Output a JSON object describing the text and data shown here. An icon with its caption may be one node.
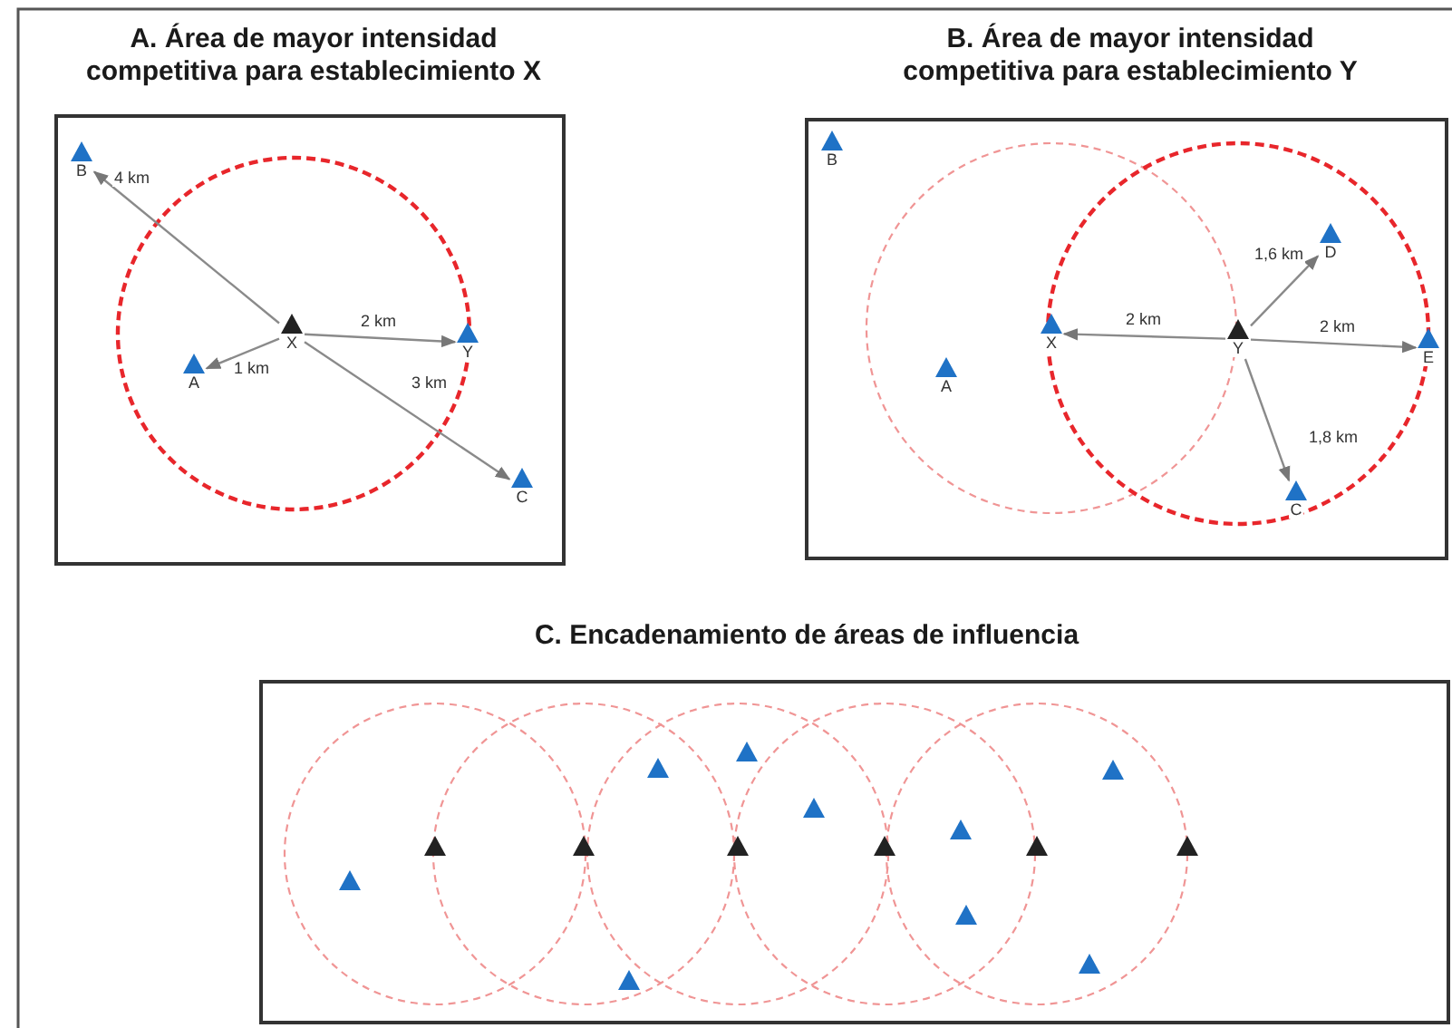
{
  "diagram": {
    "nodes": [
      {
        "text": [
          "A. Área de mayor intensidad competitiva para establecimiento X"
        ]
      },
      {
        "text": [
          "B"
        ],
        "in": 0
      },
      {
        "text": [
          "X"
        ],
        "in": 0
      },
      {
        "text": [
          "Y"
        ],
        "in": 0
      },
      {
        "text": [
          "A"
        ],
        "in": 0
      },
      {
        "text": [
          "C"
        ],
        "in": 0
      },
      {
        "text": [
          "B. Área de mayor intensidad competitiva para establecimiento Y"
        ]
      },
      {
        "text": [
          "B"
        ],
        "in": 6
      },
      {
        "text": [
          "D"
        ],
        "in": 6
      },
      {
        "text": [
          "X"
        ],
        "in": 6
      },
      {
        "text": [
          "Y"
        ],
        "in": 6
      },
      {
        "text": [
          "E"
        ],
        "in": 6
      },
      {
        "text": [
          "A"
        ],
        "in": 6
      },
      {
        "text": [
          "C"
        ],
        "in": 6
      },
      {
        "text": [
          "C. Encadenamiento de áreas de influencia"
        ]
      },
      {
        "text": [],
        "shape": "triangle",
        "in": 14
      },
      {
        "text": [],
        "shape": "triangle",
        "in": 14
      },
      {
        "text": [],
        "shape": "triangle",
        "in": 14
      },
      {
        "text": [],
        "shape": "triangle",
        "in": 14
      },
      {
        "text": [],
        "shape": "triangle",
        "in": 14
      },
      {
        "text": [],
        "shape": "triangle",
        "in": 14
      },
      {
        "text": [],
        "shape": "triangle",
        "in": 14
      },
      {
        "text": [],
        "shape": "triangle",
        "in": 14
      },
      {
        "text": [],
        "shape": "triangle",
        "in": 14
      },
      {
        "text": [],
        "shape": "triangle",
        "in": 14
      },
      {
        "text": [],
        "shape": "triangle",
        "in": 14
      },
      {
        "text": [],
        "shape": "triangle",
        "in": 14
      },
      {
        "text": [],
        "shape": "triangle",
        "in": 14
      },
      {
        "text": [],
        "shape": "triangle",
        "in": 14
      },
      {
        "text": [],
        "shape": "triangle",
        "in": 14
      }
    ],
    "edges": [
      {
        "from": 2,
        "to": 1,
        "arrow": "to",
        "label": "4 km"
      },
      {
        "from": 2,
        "to": 3,
        "arrow": "to",
        "label": "2 km"
      },
      {
        "from": 2,
        "to": 4,
        "arrow": "to",
        "label": "1 km"
      },
      {
        "from": 2,
        "to": 5,
        "arrow": "to",
        "label": "3 km"
      },
      {
        "from": 10,
        "to": 9,
        "arrow": "to",
        "label": "2 km"
      },
      {
        "from": 10,
        "to": 11,
        "arrow": "to",
        "label": "2 km"
      },
      {
        "from": 10,
        "to": 8,
        "arrow": "to",
        "label": "1,6 km"
      },
      {
        "from": 10,
        "to": 13,
        "arrow": "to",
        "label": "1,8 km"
      }
    ]
  }
}
